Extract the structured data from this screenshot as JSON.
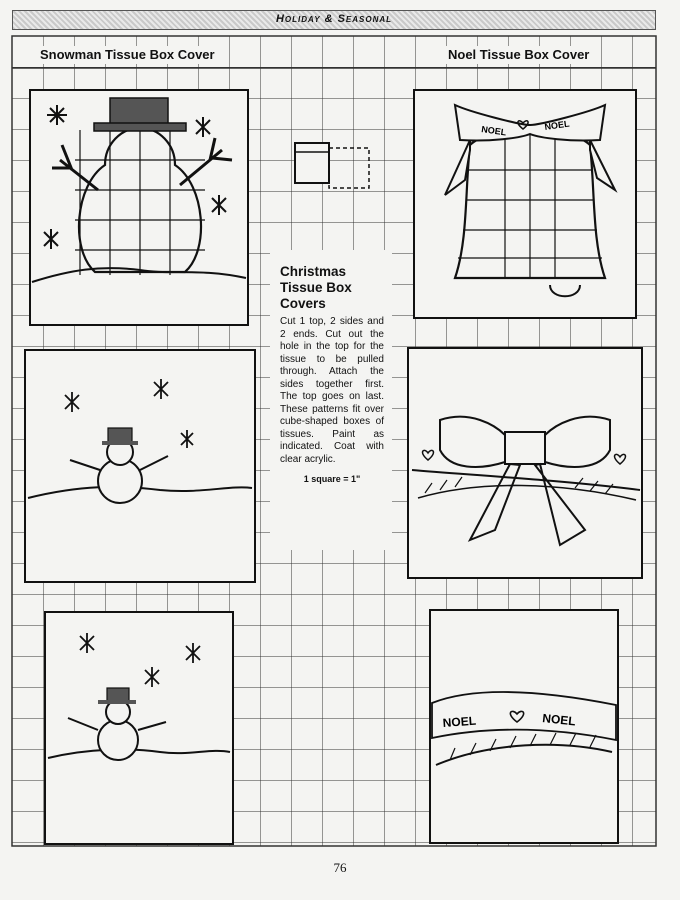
{
  "header": {
    "title": "Holiday & Seasonal"
  },
  "left_column": {
    "title": "Snowman Tissue Box Cover"
  },
  "right_column": {
    "title": "Noel Tissue Box Cover"
  },
  "instructions": {
    "title": "Christmas Tissue Box Covers",
    "body": "Cut 1 top, 2 sides and 2 ends. Cut out the hole in the top for the tissue to be pulled through. Attach the sides together first. The top goes on last. These patterns fit over cube-shaped boxes of tissues. Paint as indicated. Coat with clear acrylic.",
    "scale": "1 square = 1\""
  },
  "ribbon_text": {
    "bow_left": "NOEL",
    "bow_right": "NOEL",
    "banner_left": "NOEL",
    "banner_right": "NOEL"
  },
  "page_number": "76"
}
